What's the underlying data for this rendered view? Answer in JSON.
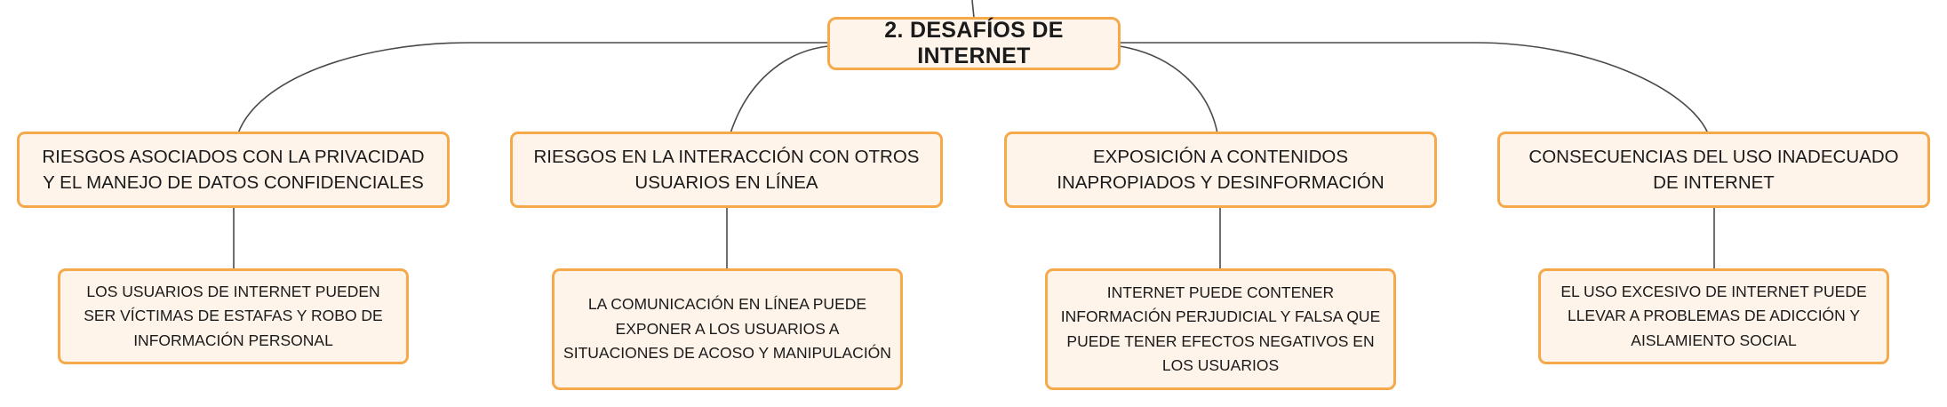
{
  "colors": {
    "node_fill": "#fef4ea",
    "node_border": "#f5a94a",
    "connector": "#4a4a4a",
    "text": "#1a1a1a"
  },
  "root": {
    "label": "2. DESAFÍOS DE INTERNET"
  },
  "branches": [
    {
      "label": "RIESGOS ASOCIADOS CON LA PRIVACIDAD Y EL MANEJO DE DATOS CONFIDENCIALES",
      "detail": "LOS USUARIOS DE INTERNET PUEDEN SER VÍCTIMAS DE ESTAFAS Y ROBO DE INFORMACIÓN PERSONAL"
    },
    {
      "label": "RIESGOS EN LA INTERACCIÓN CON OTROS USUARIOS EN LÍNEA",
      "detail": "LA COMUNICACIÓN EN LÍNEA PUEDE EXPONER A LOS USUARIOS A SITUACIONES DE ACOSO Y MANIPULACIÓN"
    },
    {
      "label": "EXPOSICIÓN A CONTENIDOS INAPROPIADOS Y DESINFORMACIÓN",
      "detail": "INTERNET PUEDE CONTENER INFORMACIÓN PERJUDICIAL Y FALSA QUE PUEDE TENER EFECTOS NEGATIVOS EN LOS USUARIOS"
    },
    {
      "label": "CONSECUENCIAS DEL USO INADECUADO DE INTERNET",
      "detail": "EL USO EXCESIVO DE INTERNET PUEDE LLEVAR A PROBLEMAS DE ADICCIÓN Y AISLAMIENTO SOCIAL"
    }
  ]
}
